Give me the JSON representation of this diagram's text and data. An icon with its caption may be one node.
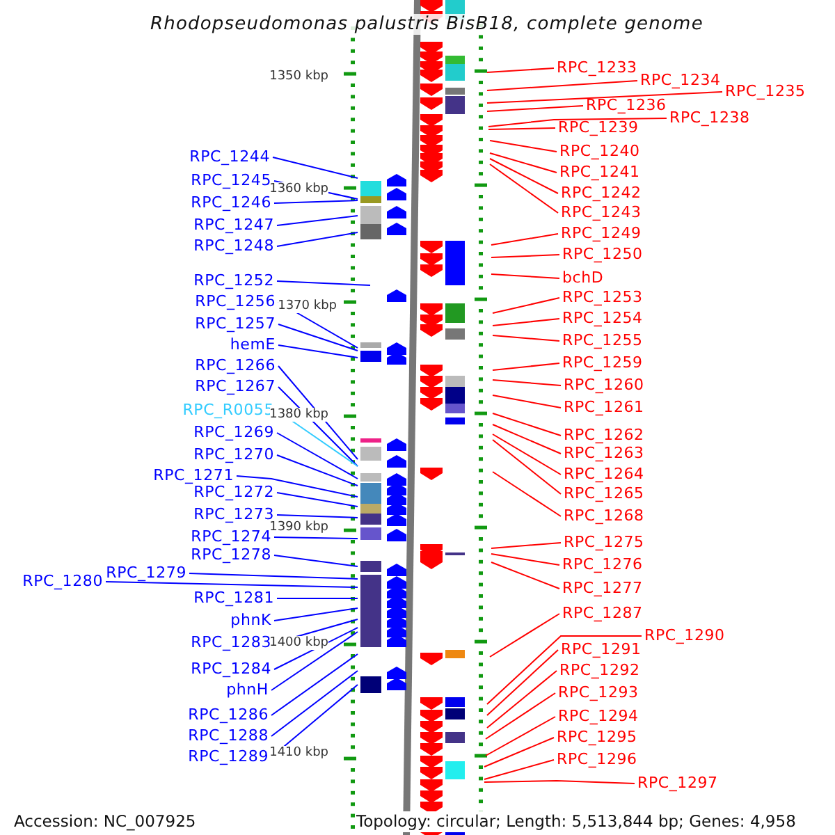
{
  "diagram": {
    "title": "Rhodopseudomonas palustris BisB18, complete genome",
    "nodes": [
      {
        "text": [
          "RPC_1233"
        ]
      },
      {
        "text": [
          "RPC_1234"
        ]
      },
      {
        "text": [
          "RPC_1235"
        ]
      },
      {
        "text": [
          "RPC_1236"
        ]
      },
      {
        "text": [
          "RPC_1238"
        ]
      },
      {
        "text": [
          "RPC_1239"
        ]
      },
      {
        "text": [
          "RPC_1240"
        ]
      },
      {
        "text": [
          "RPC_1244"
        ]
      },
      {
        "text": [
          "RPC_1241"
        ]
      },
      {
        "text": [
          "RPC_1245"
        ]
      },
      {
        "text": [
          "RPC_1242"
        ]
      },
      {
        "text": [
          "RPC_1246"
        ]
      },
      {
        "text": [
          "RPC_1243"
        ]
      },
      {
        "text": [
          "RPC_1247"
        ]
      },
      {
        "text": [
          "RPC_1249"
        ]
      },
      {
        "text": [
          "RPC_1248"
        ]
      },
      {
        "text": [
          "RPC_1250"
        ]
      },
      {
        "text": [
          "bchD"
        ]
      },
      {
        "text": [
          "RPC_1252"
        ]
      },
      {
        "text": [
          "RPC_1253"
        ]
      },
      {
        "text": [
          "RPC_1256"
        ]
      },
      {
        "text": [
          "RPC_1254"
        ]
      },
      {
        "text": [
          "RPC_1257"
        ]
      },
      {
        "text": [
          "RPC_1255"
        ]
      },
      {
        "text": [
          "hemE"
        ]
      },
      {
        "text": [
          "RPC_1259"
        ]
      },
      {
        "text": [
          "RPC_1266"
        ]
      },
      {
        "text": [
          "RPC_1260"
        ]
      },
      {
        "text": [
          "RPC_1267"
        ]
      },
      {
        "text": [
          "RPC_1261"
        ]
      },
      {
        "text": [
          "RPC_R0055"
        ]
      },
      {
        "text": [
          "RPC_1269"
        ]
      },
      {
        "text": [
          "RPC_1262"
        ]
      },
      {
        "text": [
          "RPC_1263"
        ]
      },
      {
        "text": [
          "RPC_1270"
        ]
      },
      {
        "text": [
          "RPC_1264"
        ]
      },
      {
        "text": [
          "RPC_1271"
        ]
      },
      {
        "text": [
          "RPC_1272"
        ]
      },
      {
        "text": [
          "RPC_1265"
        ]
      },
      {
        "text": [
          "RPC_1273"
        ]
      },
      {
        "text": [
          "RPC_1268"
        ]
      },
      {
        "text": [
          "RPC_1274"
        ]
      },
      {
        "text": [
          "RPC_1275"
        ]
      },
      {
        "text": [
          "RPC_1278"
        ]
      },
      {
        "text": [
          "RPC_1276"
        ]
      },
      {
        "text": [
          "RPC_1279"
        ]
      },
      {
        "text": [
          "RPC_1280"
        ]
      },
      {
        "text": [
          "RPC_1277"
        ]
      },
      {
        "text": [
          "RPC_1281"
        ]
      },
      {
        "text": [
          "RPC_1287"
        ]
      },
      {
        "text": [
          "phnK"
        ]
      },
      {
        "text": [
          "RPC_1290"
        ]
      },
      {
        "text": [
          "RPC_1283"
        ]
      },
      {
        "text": [
          "RPC_1291"
        ]
      },
      {
        "text": [
          "RPC_1284"
        ]
      },
      {
        "text": [
          "RPC_1292"
        ]
      },
      {
        "text": [
          "phnH"
        ]
      },
      {
        "text": [
          "RPC_1293"
        ]
      },
      {
        "text": [
          "RPC_1286"
        ]
      },
      {
        "text": [
          "RPC_1294"
        ]
      },
      {
        "text": [
          "RPC_1288"
        ]
      },
      {
        "text": [
          "RPC_1295"
        ]
      },
      {
        "text": [
          "RPC_1289"
        ]
      },
      {
        "text": [
          "RPC_1296"
        ]
      },
      {
        "text": [
          "RPC_1297"
        ]
      }
    ],
    "edges": [
      {
        "from": 0,
        "to": null,
        "arrow": "none",
        "color": "#ff0000"
      },
      {
        "from": 1,
        "to": null,
        "arrow": "none",
        "color": "#ff0000"
      },
      {
        "from": 2,
        "to": null,
        "arrow": "none",
        "color": "#ff0000"
      },
      {
        "from": 3,
        "to": null,
        "arrow": "none",
        "color": "#ff0000"
      },
      {
        "from": 4,
        "to": null,
        "arrow": "none",
        "color": "#ff0000"
      },
      {
        "from": 5,
        "to": null,
        "arrow": "none",
        "color": "#ff0000"
      },
      {
        "from": 6,
        "to": null,
        "arrow": "none",
        "color": "#ff0000"
      },
      {
        "from": 7,
        "to": null,
        "arrow": "none",
        "color": "#0000ff"
      },
      {
        "from": 8,
        "to": null,
        "arrow": "none",
        "color": "#ff0000"
      },
      {
        "from": 9,
        "to": null,
        "arrow": "none",
        "color": "#0000ff"
      },
      {
        "from": 10,
        "to": null,
        "arrow": "none",
        "color": "#ff0000"
      },
      {
        "from": 11,
        "to": null,
        "arrow": "none",
        "color": "#0000ff"
      },
      {
        "from": 12,
        "to": null,
        "arrow": "none",
        "color": "#ff0000"
      },
      {
        "from": 13,
        "to": null,
        "arrow": "none",
        "color": "#0000ff"
      },
      {
        "from": 14,
        "to": null,
        "arrow": "none",
        "color": "#ff0000"
      },
      {
        "from": 15,
        "to": null,
        "arrow": "none",
        "color": "#0000ff"
      },
      {
        "from": 16,
        "to": null,
        "arrow": "none",
        "color": "#ff0000"
      },
      {
        "from": 17,
        "to": null,
        "arrow": "none",
        "color": "#ff0000"
      },
      {
        "from": 18,
        "to": null,
        "arrow": "none",
        "color": "#0000ff"
      },
      {
        "from": 19,
        "to": null,
        "arrow": "none",
        "color": "#ff0000"
      },
      {
        "from": 20,
        "to": null,
        "arrow": "none",
        "color": "#0000ff"
      },
      {
        "from": 21,
        "to": null,
        "arrow": "none",
        "color": "#ff0000"
      },
      {
        "from": 22,
        "to": null,
        "arrow": "none",
        "color": "#0000ff"
      },
      {
        "from": 23,
        "to": null,
        "arrow": "none",
        "color": "#ff0000"
      },
      {
        "from": 24,
        "to": null,
        "arrow": "none",
        "color": "#0000ff"
      },
      {
        "from": 25,
        "to": null,
        "arrow": "none",
        "color": "#ff0000"
      },
      {
        "from": 26,
        "to": null,
        "arrow": "none",
        "color": "#0000ff"
      },
      {
        "from": 27,
        "to": null,
        "arrow": "none",
        "color": "#ff0000"
      },
      {
        "from": 28,
        "to": null,
        "arrow": "none",
        "color": "#0000ff"
      },
      {
        "from": 29,
        "to": null,
        "arrow": "none",
        "color": "#ff0000"
      },
      {
        "from": 30,
        "to": null,
        "arrow": "none",
        "color": "#33ccff"
      },
      {
        "from": 31,
        "to": null,
        "arrow": "none",
        "color": "#0000ff"
      },
      {
        "from": 32,
        "to": null,
        "arrow": "none",
        "color": "#ff0000"
      },
      {
        "from": 33,
        "to": null,
        "arrow": "none",
        "color": "#ff0000"
      },
      {
        "from": 34,
        "to": null,
        "arrow": "none",
        "color": "#0000ff"
      },
      {
        "from": 35,
        "to": null,
        "arrow": "none",
        "color": "#ff0000"
      },
      {
        "from": 36,
        "to": null,
        "arrow": "none",
        "color": "#0000ff"
      },
      {
        "from": 37,
        "to": null,
        "arrow": "none",
        "color": "#0000ff"
      },
      {
        "from": 38,
        "to": null,
        "arrow": "none",
        "color": "#ff0000"
      },
      {
        "from": 39,
        "to": null,
        "arrow": "none",
        "color": "#0000ff"
      },
      {
        "from": 40,
        "to": null,
        "arrow": "none",
        "color": "#ff0000"
      },
      {
        "from": 41,
        "to": null,
        "arrow": "none",
        "color": "#0000ff"
      },
      {
        "from": 42,
        "to": null,
        "arrow": "none",
        "color": "#ff0000"
      },
      {
        "from": 43,
        "to": null,
        "arrow": "none",
        "color": "#0000ff"
      },
      {
        "from": 44,
        "to": null,
        "arrow": "none",
        "color": "#ff0000"
      },
      {
        "from": 45,
        "to": null,
        "arrow": "none",
        "color": "#0000ff"
      },
      {
        "from": 46,
        "to": null,
        "arrow": "none",
        "color": "#0000ff"
      },
      {
        "from": 47,
        "to": null,
        "arrow": "none",
        "color": "#ff0000"
      },
      {
        "from": 48,
        "to": null,
        "arrow": "none",
        "color": "#0000ff"
      },
      {
        "from": 49,
        "to": null,
        "arrow": "none",
        "color": "#ff0000"
      },
      {
        "from": 50,
        "to": null,
        "arrow": "none",
        "color": "#0000ff"
      },
      {
        "from": 51,
        "to": null,
        "arrow": "none",
        "color": "#ff0000"
      },
      {
        "from": 52,
        "to": null,
        "arrow": "none",
        "color": "#0000ff"
      },
      {
        "from": 53,
        "to": null,
        "arrow": "none",
        "color": "#ff0000"
      },
      {
        "from": 54,
        "to": null,
        "arrow": "none",
        "color": "#0000ff"
      },
      {
        "from": 55,
        "to": null,
        "arrow": "none",
        "color": "#ff0000"
      },
      {
        "from": 56,
        "to": null,
        "arrow": "none",
        "color": "#0000ff"
      },
      {
        "from": 57,
        "to": null,
        "arrow": "none",
        "color": "#ff0000"
      },
      {
        "from": 58,
        "to": null,
        "arrow": "none",
        "color": "#0000ff"
      },
      {
        "from": 59,
        "to": null,
        "arrow": "none",
        "color": "#ff0000"
      },
      {
        "from": 60,
        "to": null,
        "arrow": "none",
        "color": "#0000ff"
      },
      {
        "from": 61,
        "to": null,
        "arrow": "none",
        "color": "#ff0000"
      },
      {
        "from": 62,
        "to": null,
        "arrow": "none",
        "color": "#0000ff"
      },
      {
        "from": 63,
        "to": null,
        "arrow": "none",
        "color": "#ff0000"
      },
      {
        "from": 64,
        "to": null,
        "arrow": "none",
        "color": "#ff0000"
      }
    ],
    "labels": [
      "1350 kbp",
      "1360 kbp",
      "1370 kbp",
      "1380 kbp",
      "1390 kbp",
      "1400 kbp",
      "1410 kbp",
      "Accession: NC_007925",
      "Topology: circular; Length: 5,513,844 bp; Genes: 4,958"
    ]
  }
}
